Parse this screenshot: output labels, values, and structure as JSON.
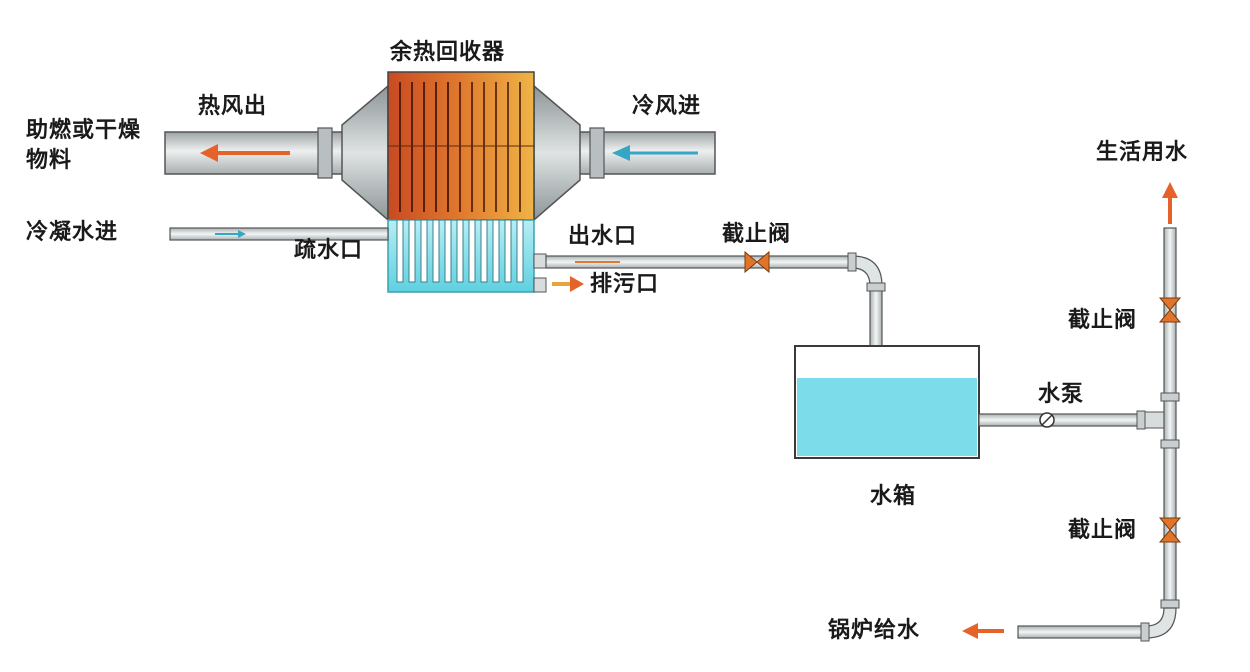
{
  "labels": {
    "title": "余热回收器",
    "hot_air_out": "热风出",
    "cold_air_in": "冷风进",
    "destination_line1": "助燃或干燥",
    "destination_line2": "物料",
    "condensate_in": "冷凝水进",
    "drain": "疏水口",
    "water_outlet": "出水口",
    "valve_top": "截止阀",
    "blowdown": "排污口",
    "domestic_water": "生活用水",
    "valve_right_upper": "截止阀",
    "pump": "水泵",
    "tank": "水箱",
    "valve_right_lower": "截止阀",
    "boiler_feed": "锅炉给水"
  },
  "colors": {
    "duct": "#c8ccce",
    "pipe": "#d6dcde",
    "outline": "#3a3a3a",
    "hot_arrow": "#e5622a",
    "cold_arrow": "#37a6c4",
    "water": "#7ddcea",
    "valve": "#e0752a",
    "hot_fins": "#d8622a",
    "warm_fins": "#e8a43a"
  }
}
